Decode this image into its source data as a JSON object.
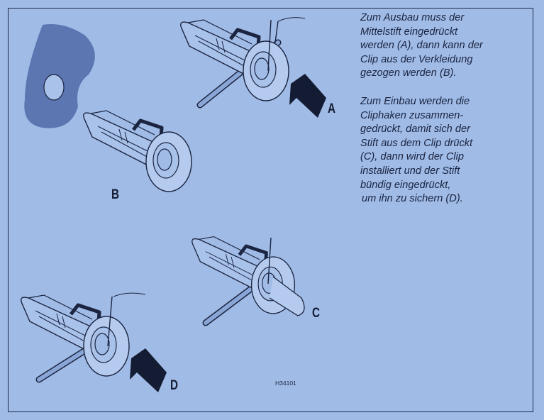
{
  "instructions": {
    "paragraph_1": [
      "Zum Ausbau muss der",
      "Mittelstift eingedrückt",
      "werden (A), dann kann der",
      "Clip aus der Verkleidung",
      "gezogen werden (B)."
    ],
    "paragraph_2": [
      "Zum Einbau werden die",
      "Cliphaken zusammen-",
      "gedrückt, damit sich der",
      "Stift aus dem Clip drückt",
      "(C), dann wird der Clip",
      "installiert und der Stift",
      "bündig eingedrückt,",
      "um ihn zu sichern (D)."
    ]
  },
  "figure_labels": {
    "a": "A",
    "b": "B",
    "c": "C",
    "d": "D"
  },
  "figure_code": "H34101",
  "colors": {
    "paper": "#9fbbe6",
    "ink": "#1b2440",
    "panel_shade": "#5b76b0"
  }
}
